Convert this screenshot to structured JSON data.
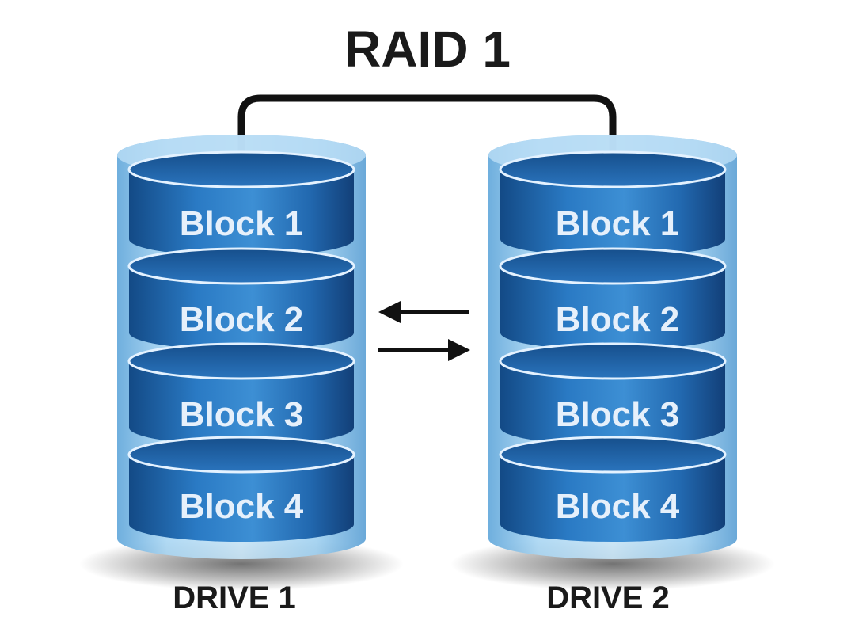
{
  "diagram": {
    "title": "RAID 1",
    "drives": [
      {
        "label": "DRIVE 1",
        "blocks": [
          "Block 1",
          "Block 2",
          "Block 3",
          "Block 4"
        ]
      },
      {
        "label": "DRIVE 2",
        "blocks": [
          "Block 1",
          "Block 2",
          "Block 3",
          "Block 4"
        ]
      }
    ],
    "colors": {
      "disk_dark": "#1a5aa0",
      "disk_mid": "#2a78c2",
      "disk_light": "#5aa6e0",
      "disk_top": "#1f5f9f",
      "rim": "#dff0ff",
      "casing": "#8ec6ec",
      "connector": "#111111"
    }
  }
}
